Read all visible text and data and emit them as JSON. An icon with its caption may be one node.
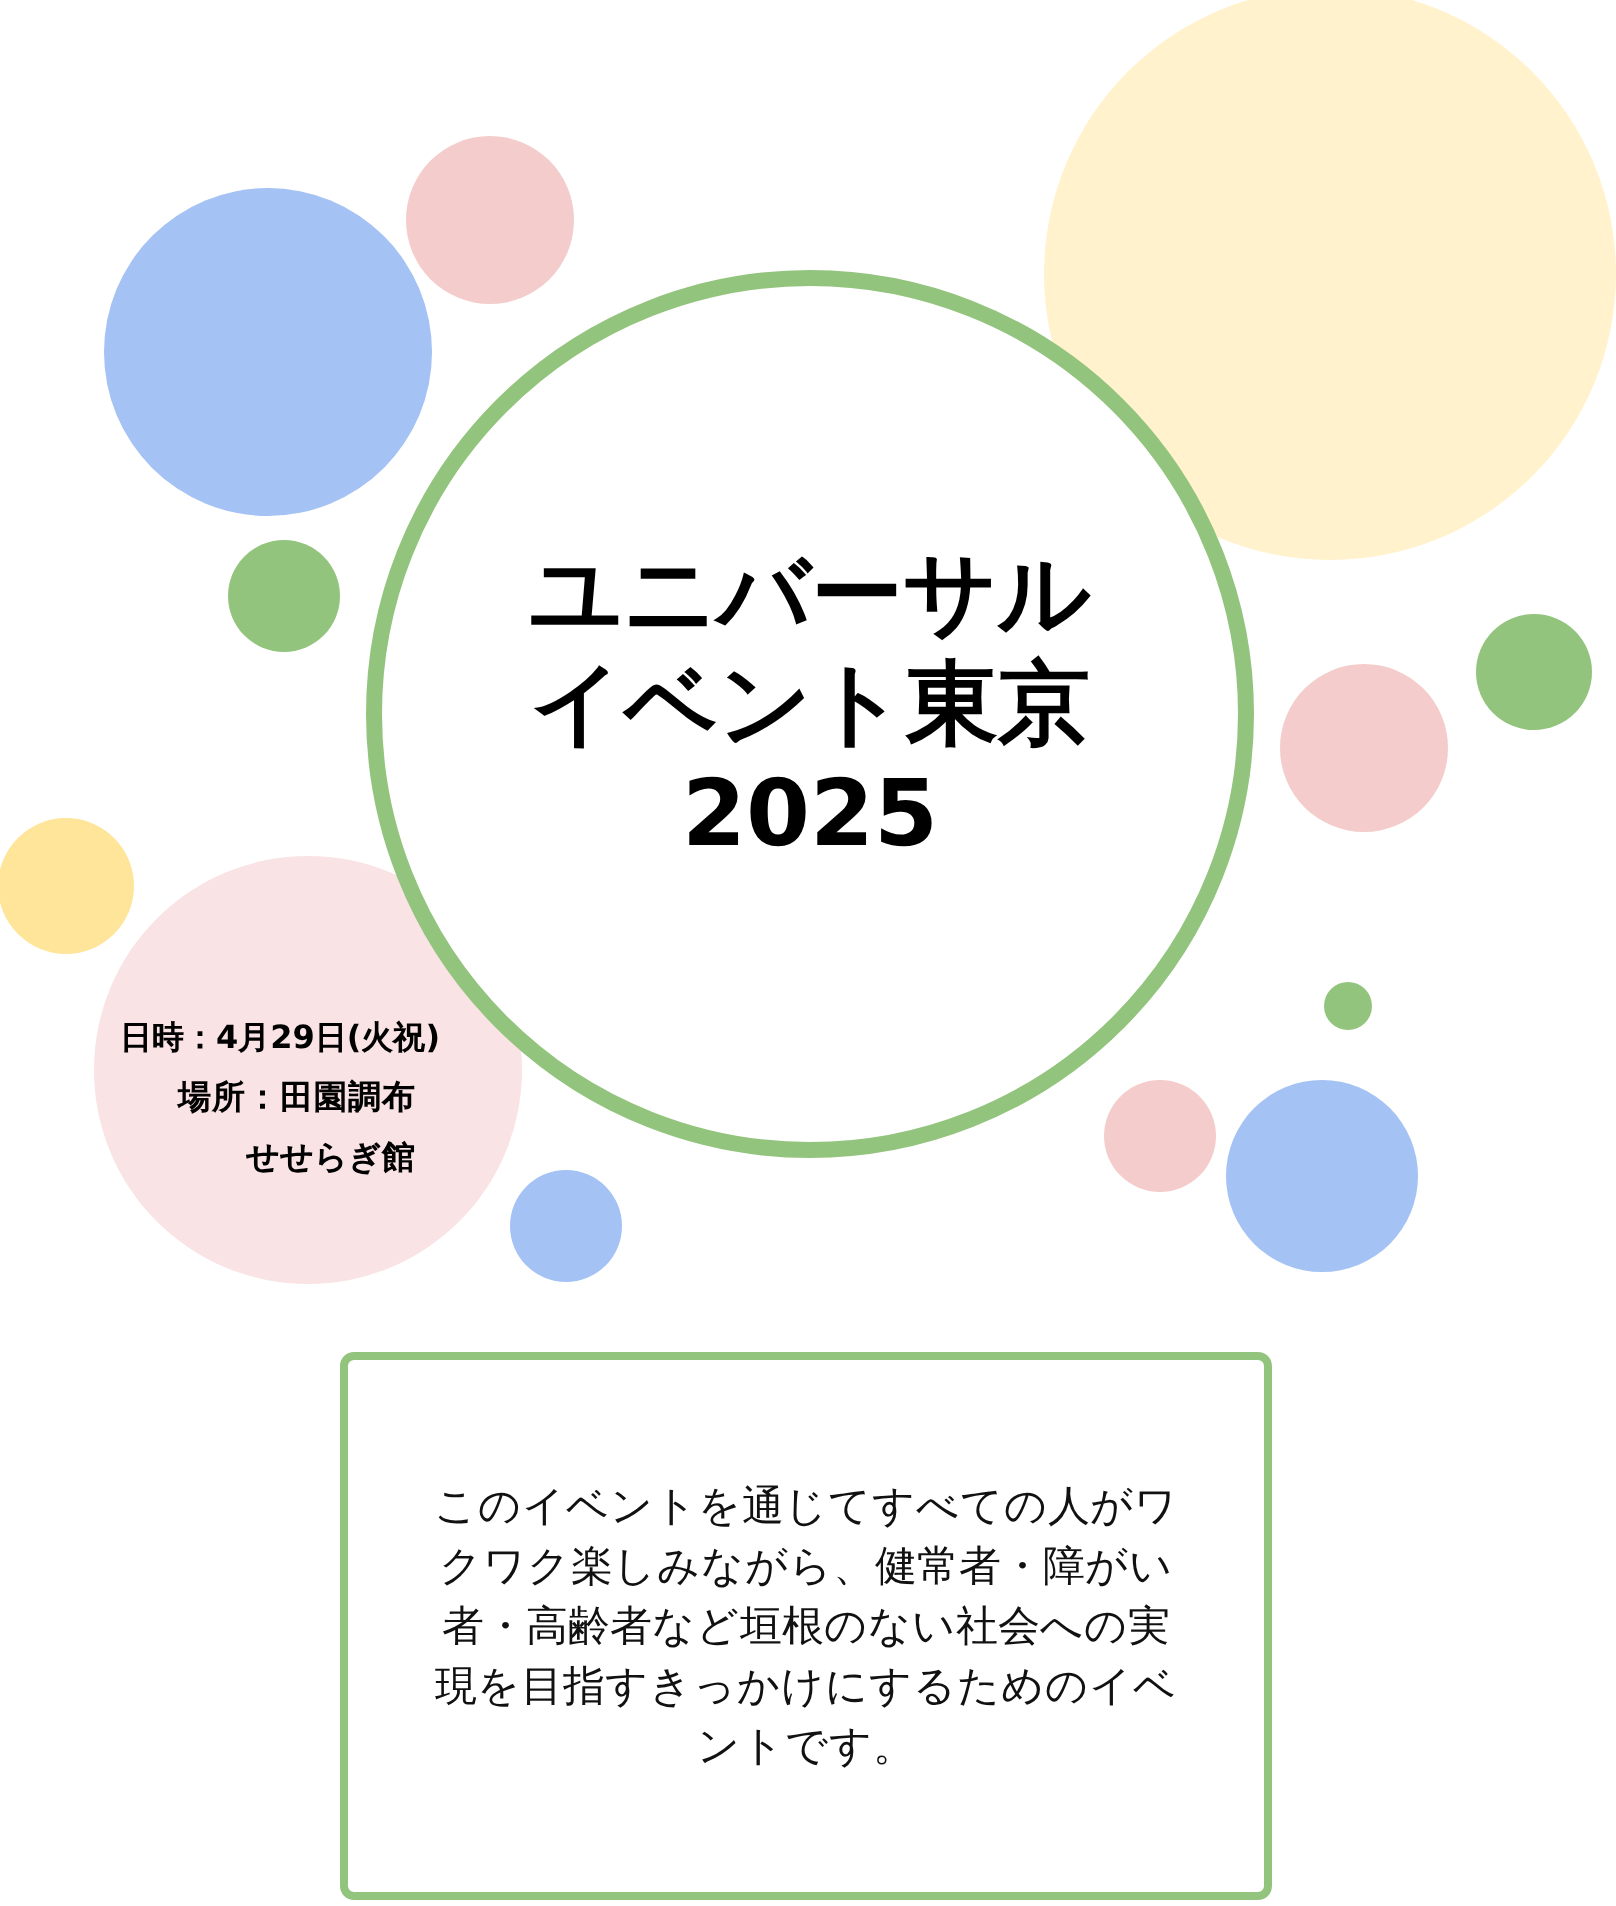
{
  "diagram": {
    "nodes": [
      {
        "text": [],
        "shape": "circle"
      },
      {
        "text": [],
        "shape": "circle"
      },
      {
        "text": [],
        "shape": "circle"
      },
      {
        "text": [
          "ユニバーサルイベント東京2025"
        ]
      },
      {
        "text": [],
        "shape": "circle"
      },
      {
        "text": [],
        "shape": "circle"
      },
      {
        "text": [],
        "shape": "circle"
      },
      {
        "text": [],
        "shape": "circle"
      },
      {
        "text": [
          "日時：4月29日(火祝)",
          "場所：田園調布せせらぎ館"
        ]
      },
      {
        "text": [],
        "shape": "circle"
      },
      {
        "text": [],
        "shape": "circle"
      },
      {
        "text": [],
        "shape": "circle"
      },
      {
        "text": [],
        "shape": "circle"
      },
      {
        "text": [
          "このイベントを通じてすべての人がワクワク楽しみながら、健常者・障がい者・高齢者など垣根のない社会への実現を目指すきっかけにするためのイベントです。"
        ]
      }
    ]
  }
}
